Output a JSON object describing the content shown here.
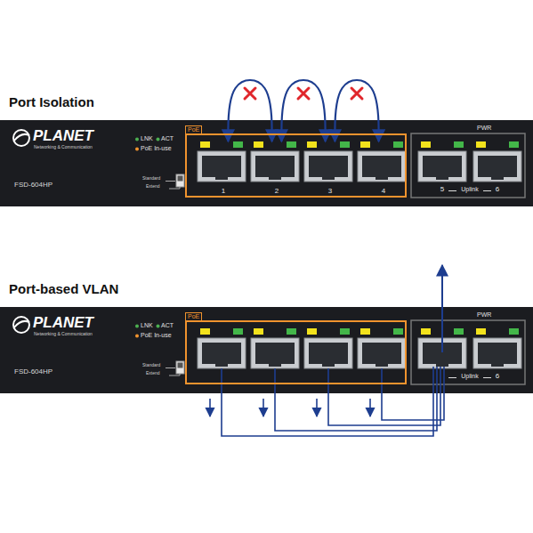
{
  "diagram": {
    "nodes": [
      {
        "text": [
          "PoE"
        ]
      },
      {
        "text": [
          "1"
        ],
        "in": 0
      },
      {
        "text": [
          "2"
        ],
        "in": 0
      },
      {
        "text": [
          "3"
        ],
        "in": 0
      },
      {
        "text": [
          "4"
        ],
        "in": 0
      },
      {
        "text": [
          "5"
        ]
      },
      {
        "text": [
          "6"
        ]
      },
      {
        "text": [
          "PoE"
        ]
      }
    ],
    "edges": [
      {
        "from": 1,
        "to": 2,
        "arrow": "both"
      },
      {
        "from": 2,
        "to": 3,
        "arrow": "both"
      },
      {
        "from": 3,
        "to": 4,
        "arrow": "both"
      }
    ],
    "labels": [
      "Port Isolation",
      "PLANET",
      "Networking & Communication",
      "LNK",
      "ACT",
      "PoE In-use",
      "FSD-604HP",
      "Standard",
      "Extend",
      "PWR",
      "Uplink",
      "Port-based VLAN",
      "PLANET",
      "Networking & Communication",
      "LNK",
      "ACT",
      "PoE In-use",
      "FSD-604HP",
      "Standard",
      "Extend",
      "PWR",
      "Uplink",
      "6"
    ]
  }
}
